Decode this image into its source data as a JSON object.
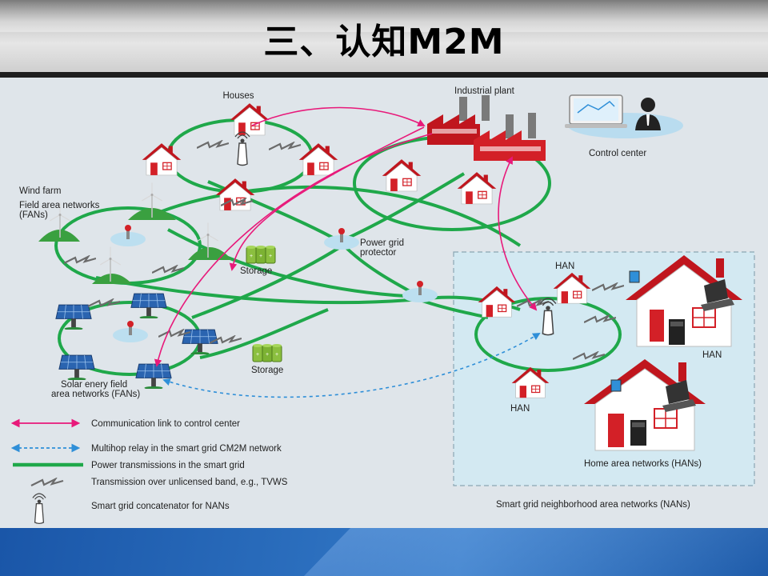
{
  "title": "三、认知M2M",
  "labels": {
    "houses": "Houses",
    "industrial_plant": "Industrial plant",
    "control_center": "Control center",
    "wind_farm": "Wind farm",
    "fans": "Field area networks",
    "fans_abbr": "(FANs)",
    "storage": "Storage",
    "power_grid_protector_1": "Power grid",
    "power_grid_protector_2": "protector",
    "solar_1": "Solar enery field",
    "solar_2": "area networks (FANs)",
    "han": "HAN",
    "hans": "Home area networks (HANs)",
    "nans": "Smart grid neighborhood area networks (NANs)"
  },
  "legend": [
    {
      "type": "comm",
      "label": "Communication link to control center",
      "color": "#e8197a"
    },
    {
      "type": "relay",
      "label": "Multihop relay in the smart grid CM2M network",
      "color": "#2f8fd8"
    },
    {
      "type": "power",
      "label": "Power transmissions in the smart grid",
      "color": "#1fa84a"
    },
    {
      "type": "unlicensed",
      "label": "Transmission over unlicensed band, e.g., TVWS",
      "color": "#6b6b6b"
    },
    {
      "type": "concatenator",
      "label": "Smart grid concatenator for NANs",
      "color": "#333333"
    }
  ],
  "colors": {
    "power": "#1fa84a",
    "comm": "#e8197a",
    "relay": "#2f8fd8",
    "house_red": "#d32027",
    "roof_red": "#c0161e"
  }
}
